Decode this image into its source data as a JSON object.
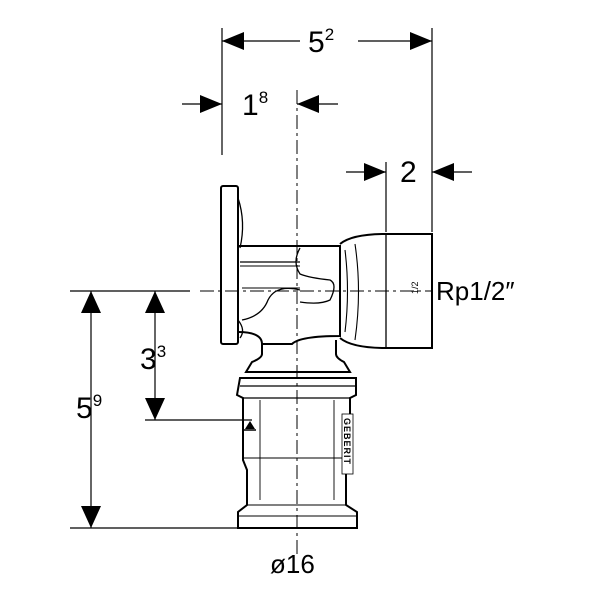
{
  "dimensions": {
    "total_width": {
      "base": "5",
      "sup": "2"
    },
    "offset_axis": {
      "base": "1",
      "sup": "8"
    },
    "thread_length": {
      "base": "2"
    },
    "center_height": {
      "base": "3",
      "sup": "3"
    },
    "total_height": {
      "base": "5",
      "sup": "9"
    }
  },
  "labels": {
    "thread": "Rp1/2″",
    "diameter": "ø16",
    "thread_small": "1/2",
    "brand": "GEBERIT"
  },
  "colors": {
    "line": "#000000",
    "background": "#ffffff"
  }
}
